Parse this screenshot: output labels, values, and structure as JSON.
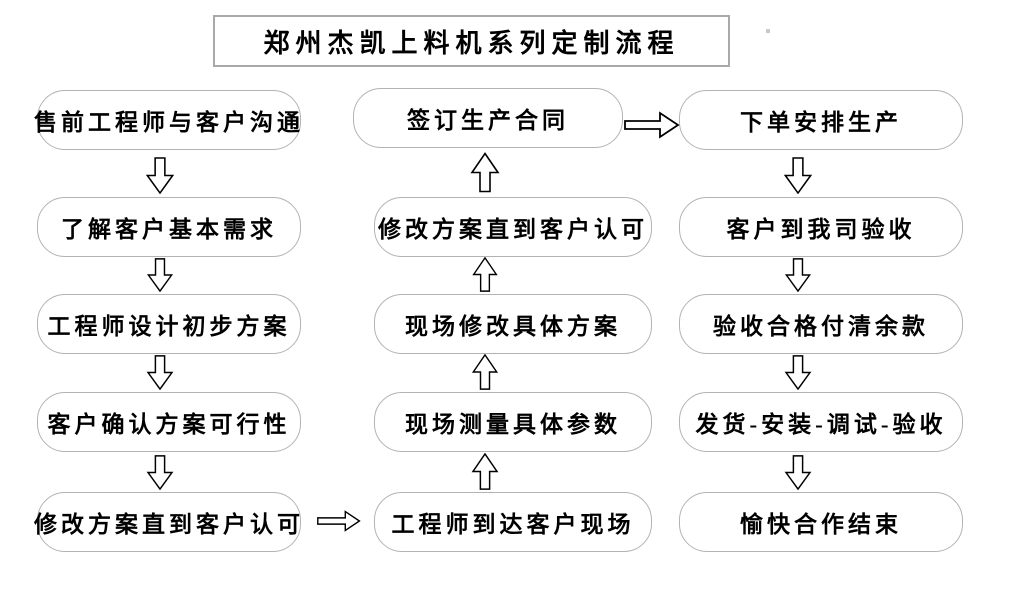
{
  "title": {
    "text": "郑州杰凯上料机系列定制流程"
  },
  "flow": {
    "left_column": [
      {
        "label": "售前工程师与客户沟通"
      },
      {
        "label": "了解客户基本需求"
      },
      {
        "label": "工程师设计初步方案"
      },
      {
        "label": "客户确认方案可行性"
      },
      {
        "label": "修改方案直到客户认可"
      }
    ],
    "middle_column": [
      {
        "label": "签订生产合同"
      },
      {
        "label": "修改方案直到客户认可"
      },
      {
        "label": "现场修改具体方案"
      },
      {
        "label": "现场测量具体参数"
      },
      {
        "label": "工程师到达客户现场"
      }
    ],
    "right_column": [
      {
        "label": "下单安排生产"
      },
      {
        "label": "客户到我司验收"
      },
      {
        "label": "验收合格付清余款"
      },
      {
        "label": "发货-安装-调试-验收"
      },
      {
        "label": "愉快合作结束"
      }
    ],
    "direction_notes": {
      "left_column_flow": "top-to-bottom",
      "middle_column_flow": "bottom-to-top",
      "right_column_flow": "top-to-bottom"
    }
  },
  "icons": {
    "down_arrow": "arrow-down-icon",
    "up_arrow": "arrow-up-icon",
    "right_arrow": "arrow-right-icon"
  },
  "colors": {
    "box-border": "#b3b3b3",
    "arrow-color": "#000000",
    "text-color": "#000000",
    "background": "#ffffff"
  }
}
